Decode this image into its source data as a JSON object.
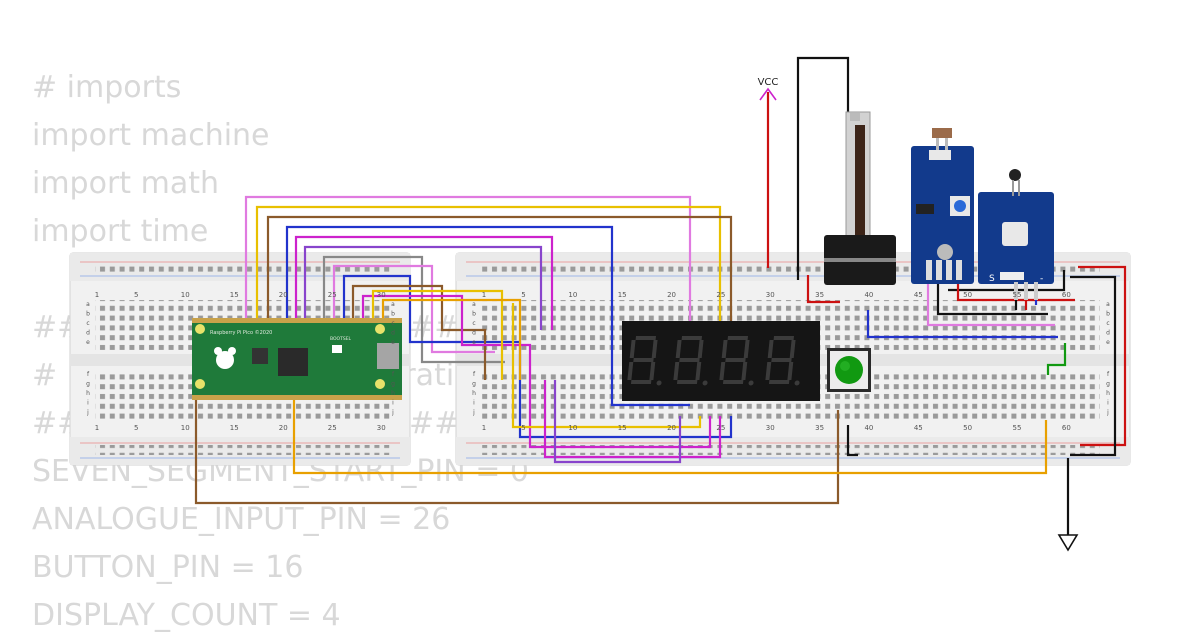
{
  "code_lines": [
    "# imports",
    "import machine",
    "import math",
    "import time",
    "",
    "###########################",
    "# PIN definitions/configuration",
    "###########################",
    "SEVEN_SEGMENT_START_PIN = 0",
    "ANALOGUE_INPUT_PIN = 26",
    "BUTTON_PIN = 16",
    "DISPLAY_COUNT = 4"
  ],
  "breadboard_left": {
    "column_numbers": [
      "1",
      "5",
      "10",
      "15",
      "20",
      "25",
      "30"
    ],
    "row_letters_top": [
      "a",
      "b",
      "c",
      "d",
      "e"
    ],
    "row_letters_bottom": [
      "f",
      "g",
      "h",
      "i",
      "j"
    ]
  },
  "breadboard_right": {
    "column_numbers": [
      "1",
      "5",
      "10",
      "15",
      "20",
      "25",
      "30",
      "35",
      "40",
      "45",
      "50",
      "55",
      "60"
    ],
    "row_letters_top": [
      "a",
      "b",
      "c",
      "d",
      "e"
    ],
    "row_letters_bottom": [
      "f",
      "g",
      "h",
      "i",
      "j"
    ]
  },
  "pico": {
    "board_label": "Raspberry Pi Pico ©2020",
    "bootsel_label": "BOOTSEL"
  },
  "power": {
    "vcc_label": "VCC"
  },
  "seven_segment": {
    "digits": 4
  },
  "sensor_module": {
    "pin_label_s": "S",
    "pin_label_minus": "-"
  },
  "colors": {
    "wire_pink": "#e07ae0",
    "wire_yellow": "#e8c000",
    "wire_brown": "#8b5a2b",
    "wire_blue": "#2233cc",
    "wire_magenta": "#cc22cc",
    "wire_gray": "#888888",
    "wire_red": "#cc1111",
    "wire_black": "#111111",
    "wire_orange": "#e8a000",
    "wire_green": "#119911",
    "wire_purple": "#8844cc",
    "pico_green": "#1f7a3a",
    "module_blue": "#123a8c",
    "display_black": "#151515"
  }
}
